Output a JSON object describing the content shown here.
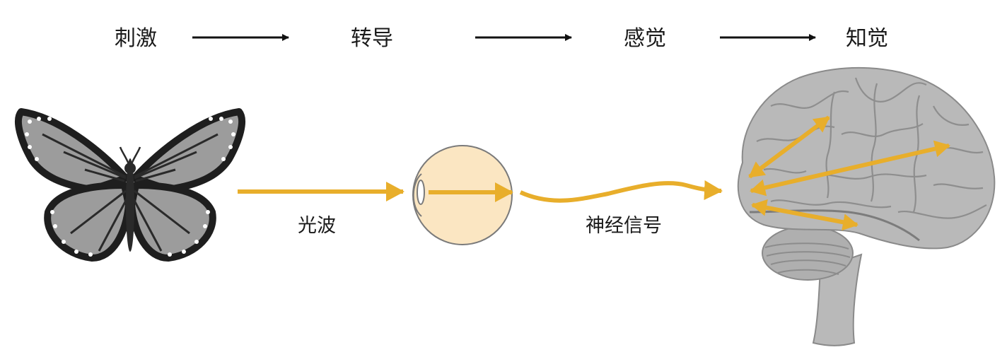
{
  "stages": [
    {
      "label": "刺激"
    },
    {
      "label": "转导"
    },
    {
      "label": "感觉"
    },
    {
      "label": "知觉"
    }
  ],
  "flow_labels": {
    "light_wave": "光波",
    "nerve_signal": "神经信号"
  },
  "colors": {
    "accent_arrow": "#E8AE2B",
    "eyeball": "#FBE6C2",
    "brain": "#B9B9B9",
    "butterfly_wing": "#9C9C9C",
    "butterfly_border": "#1E1E1E"
  },
  "icons": [
    "butterfly-icon",
    "eye-icon",
    "brain-icon"
  ]
}
